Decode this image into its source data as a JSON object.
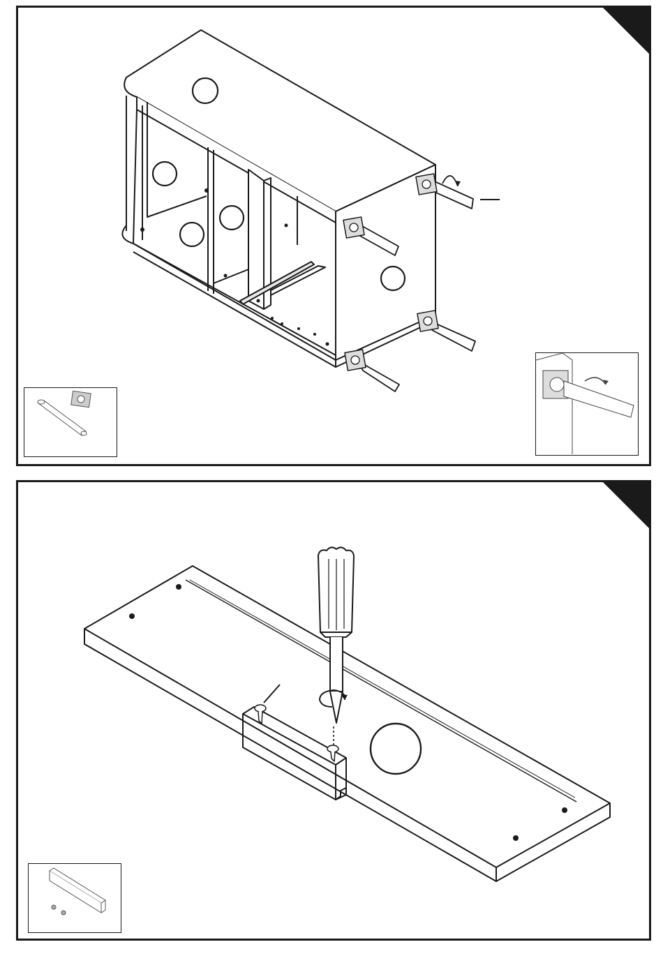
{
  "panels": [
    {
      "step": "leg-attachment",
      "parts_inset": "leg-and-mounting-plate",
      "detail_inset": "leg-rotation-detail"
    },
    {
      "step": "bracket-attachment",
      "parts_inset": "bracket-and-screws"
    }
  ],
  "icons": {
    "screwdriver": "screwdriver-icon",
    "rotation": "rotation-arrow-icon"
  },
  "colors": {
    "ink": "#1a1a1a",
    "paper": "#ffffff",
    "hardware": "#bdbdbd"
  }
}
